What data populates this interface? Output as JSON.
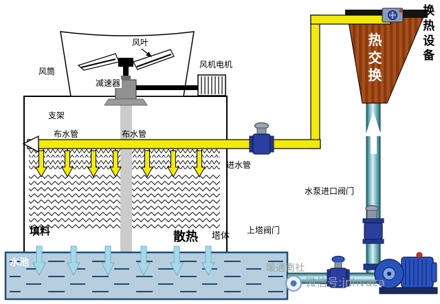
{
  "diagram": {
    "tower": {
      "fan_blade": "风叶",
      "fan_cylinder": "风筒",
      "fan_motor": "风机电机",
      "reducer": "减速器",
      "support": "支架",
      "water_pipe_left": "布水管",
      "water_pipe_right": "布水管",
      "fill": "填料",
      "heat_dissipation": "散热",
      "tower_body": "塔体",
      "pool": "水池"
    },
    "pipes": {
      "inlet_pipe": "进水管"
    },
    "valves": {
      "pump_inlet_valve": "水泵进口阀门",
      "up_tower_valve": "上塔阀门"
    },
    "heat_exchanger": {
      "device_label": "换热设备",
      "panel_label": "热交换"
    },
    "watermarks": {
      "brand": "暖通南社",
      "wechat": "微信号:jnhvaca"
    },
    "icons": {
      "watermark_logo": "wechat-circle-logo"
    },
    "colors": {
      "pipe_hot": "#f2ea0a",
      "pipe_cold": "#2a8fa0",
      "pool_water": "#b7cedf",
      "exchanger": "#a8501a",
      "valve": "#2a3f9f",
      "pump": "#2a52be"
    }
  }
}
